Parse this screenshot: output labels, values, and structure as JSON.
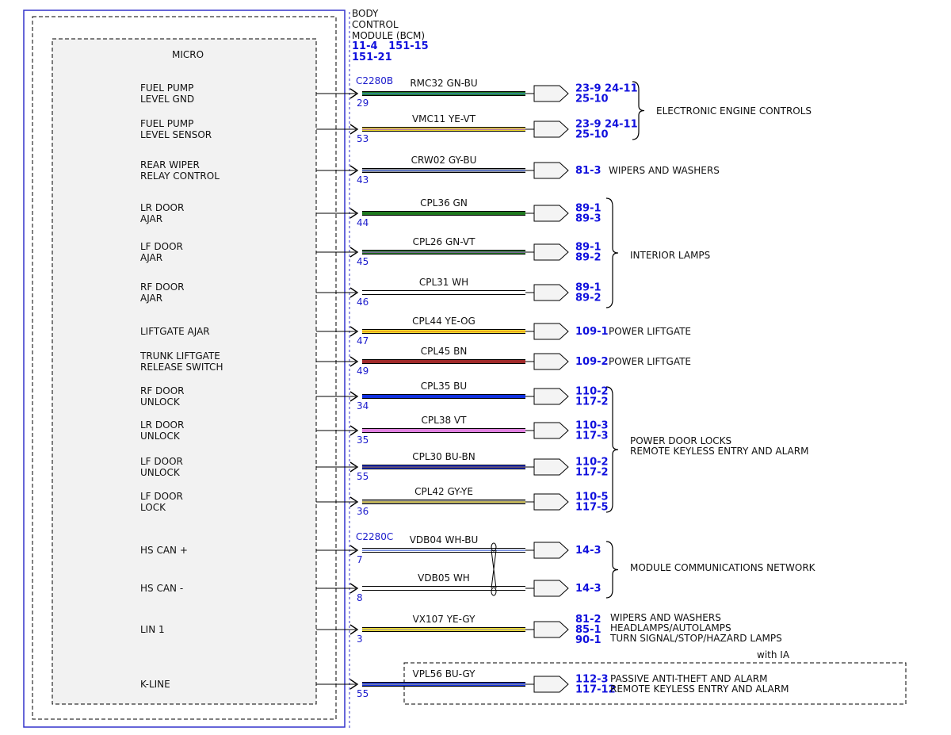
{
  "module": {
    "title_lines": [
      "BODY",
      "CONTROL",
      "MODULE (BCM)"
    ],
    "ref_lines": [
      "11-4   151-15",
      "151-21"
    ],
    "micro_label": "MICRO"
  },
  "connectors": {
    "c1": "C2280B",
    "c2": "C2280C"
  },
  "arrow_color": "#000000",
  "circuits": [
    {
      "lines": [
        "FUEL PUMP",
        "LEVEL GND"
      ],
      "pin": "29",
      "wire": "RMC32  GN-BU",
      "colors": [
        "#1f7a1f",
        "#3b8fd6"
      ],
      "refs": [
        "23-9  24-11",
        "25-10"
      ]
    },
    {
      "lines": [
        "FUEL PUMP",
        "LEVEL SENSOR"
      ],
      "pin": "53",
      "wire": "VMC11  YE-VT",
      "colors": [
        "#f0dc2c",
        "#a060c8"
      ],
      "refs": [
        "23-9  24-11",
        "25-10"
      ]
    },
    {
      "lines": [
        "REAR WIPER",
        "RELAY CONTROL"
      ],
      "pin": "43",
      "wire": "CRW02  GY-BU",
      "colors": [
        "#9a9a9a",
        "#3b5fd6"
      ],
      "refs": [
        "81-3"
      ]
    },
    {
      "lines": [
        "LR DOOR",
        "AJAR"
      ],
      "pin": "44",
      "wire": "CPL36   GN",
      "colors": [
        "#1f7a1f"
      ],
      "refs": [
        "89-1",
        "89-3"
      ]
    },
    {
      "lines": [
        "LF DOOR",
        "AJAR"
      ],
      "pin": "45",
      "wire": "CPL26   GN-VT",
      "colors": [
        "#1f7a1f",
        "#a060c8"
      ],
      "refs": [
        "89-1",
        "89-2"
      ]
    },
    {
      "lines": [
        "RF DOOR",
        "AJAR"
      ],
      "pin": "46",
      "wire": "CPL31   WH",
      "colors": [
        "#ffffff"
      ],
      "refs": [
        "89-1",
        "89-2"
      ]
    },
    {
      "lines": [
        "LIFTGATE AJAR"
      ],
      "pin": "47",
      "wire": "CPL44   YE-OG",
      "colors": [
        "#f0dc2c",
        "#e88a1a"
      ],
      "refs": [
        "109-1"
      ]
    },
    {
      "lines": [
        "TRUNK LIFTGATE",
        "RELEASE SWITCH"
      ],
      "pin": "49",
      "wire": "CPL45   BN",
      "colors": [
        "#a02a2a"
      ],
      "refs": [
        "109-2"
      ]
    },
    {
      "lines": [
        "RF DOOR",
        "UNLOCK"
      ],
      "pin": "34",
      "wire": "CPL35   BU",
      "colors": [
        "#1030e0"
      ],
      "refs": [
        "110-2",
        "117-2"
      ]
    },
    {
      "lines": [
        "LR DOOR",
        "UNLOCK"
      ],
      "pin": "35",
      "wire": "CPL38   VT",
      "colors": [
        "#e080e0"
      ],
      "refs": [
        "110-3",
        "117-3"
      ]
    },
    {
      "lines": [
        "LF DOOR",
        "UNLOCK"
      ],
      "pin": "55",
      "wire": "CPL30   BU-BN",
      "colors": [
        "#1030e0",
        "#8a5a2a"
      ],
      "refs": [
        "110-2",
        "117-2"
      ]
    },
    {
      "lines": [
        "LF DOOR",
        "LOCK"
      ],
      "pin": "36",
      "wire": "CPL42   GY-YE",
      "colors": [
        "#9a9a9a",
        "#e0c820"
      ],
      "refs": [
        "110-5",
        "117-5"
      ]
    },
    {
      "lines": [
        "HS CAN +"
      ],
      "pin": "7",
      "wire": "VDB04  WH-BU",
      "colors": [
        "#ffffff",
        "#3b5fd6"
      ],
      "refs": [
        "14-3"
      ]
    },
    {
      "lines": [
        "HS CAN -"
      ],
      "pin": "8",
      "wire": "VDB05  WH",
      "colors": [
        "#ffffff"
      ],
      "refs": [
        "14-3"
      ]
    },
    {
      "lines": [
        "LIN 1"
      ],
      "pin": "3",
      "wire": "VX107   YE-GY",
      "colors": [
        "#f0dc2c",
        "#9a9a9a"
      ],
      "refs": [
        "81-2",
        "85-1",
        "90-1"
      ]
    },
    {
      "lines": [
        "K-LINE"
      ],
      "pin": "55",
      "wire": "VPL56   BU-GY",
      "colors": [
        "#1030e0",
        "#9a9a9a"
      ],
      "refs": [
        "112-3",
        "117-12"
      ]
    }
  ],
  "groups": [
    {
      "lines": [
        "ELECTRONIC ENGINE CONTROLS"
      ]
    },
    {
      "lines": [
        "WIPERS AND WASHERS"
      ]
    },
    {
      "lines": [
        "INTERIOR LAMPS"
      ]
    },
    {
      "lines": [
        "POWER LIFTGATE"
      ]
    },
    {
      "lines": [
        "POWER LIFTGATE"
      ]
    },
    {
      "lines": [
        "POWER DOOR LOCKS",
        "REMOTE KEYLESS ENTRY AND ALARM"
      ]
    },
    {
      "lines": [
        "MODULE COMMUNICATIONS NETWORK"
      ]
    },
    {
      "lines": [
        "WIPERS AND WASHERS",
        "HEADLAMPS/AUTOLAMPS",
        "TURN SIGNAL/STOP/HAZARD LAMPS"
      ]
    },
    {
      "lines": [
        "PASSIVE ANTI-THEFT AND ALARM",
        "REMOTE KEYLESS ENTRY AND ALARM"
      ]
    }
  ],
  "option_label": "with IA"
}
